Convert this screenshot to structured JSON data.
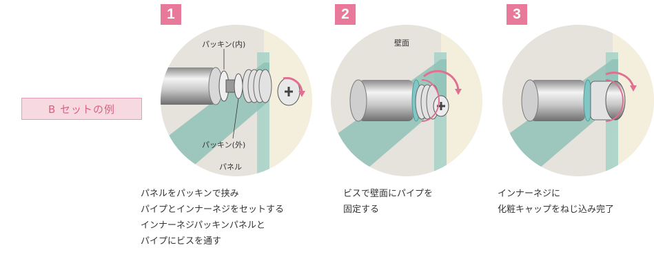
{
  "set_label": "B セットの例",
  "steps": [
    {
      "number": "1",
      "annotations": {
        "packing_inner": "パッキン(内)",
        "packing_outer": "パッキン(外)",
        "panel": "パネル"
      },
      "caption": "パネルをパッキンで挟み\nパイプとインナーネジをセットする\nインナーネジパッキンパネルと\nパイプにビスを通す"
    },
    {
      "number": "2",
      "annotations": {
        "wall": "壁面"
      },
      "caption": "ビスで壁面にパイプを\n固定する"
    },
    {
      "number": "3",
      "annotations": {},
      "caption": "インナーネジに\n化粧キャップをねじ込み完了"
    }
  ],
  "colors": {
    "badge": "#e8799a",
    "label_bg": "#f7d9e1",
    "label_border": "#e59db2",
    "label_text": "#d9627f",
    "circle_bg": "#e6e3dc",
    "wall": "#f4efdd",
    "glass": "#8fc2b7",
    "arrow": "#e07090"
  }
}
